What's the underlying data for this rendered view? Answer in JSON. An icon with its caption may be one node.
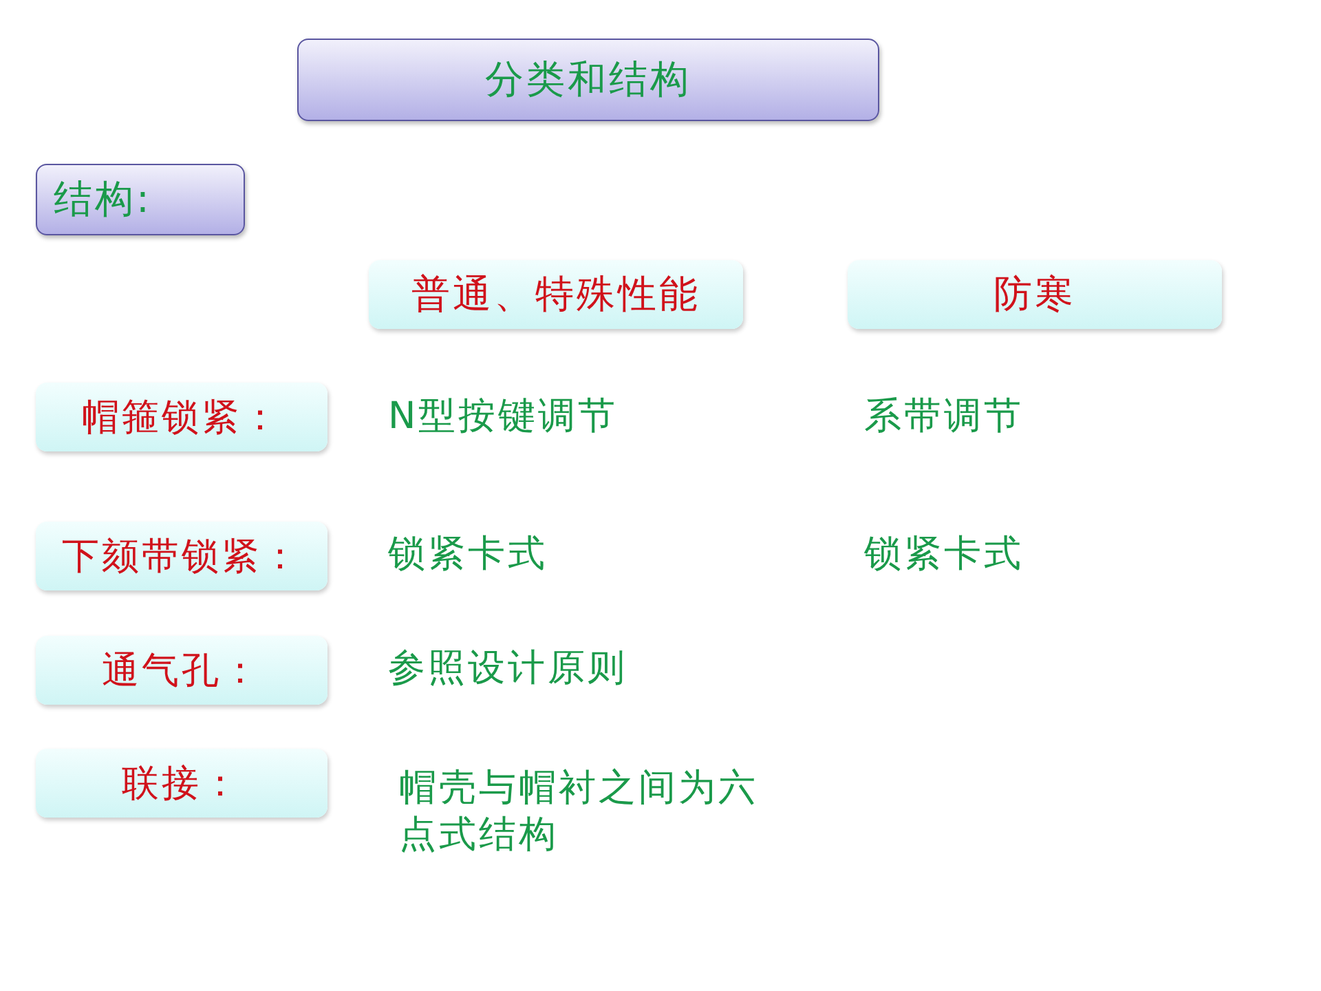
{
  "diagram": {
    "nodes": [
      {
        "text": [
          "分类和结构"
        ]
      },
      {
        "text": [
          "结构:"
        ]
      },
      {
        "text": [
          "普通、特殊性能"
        ]
      },
      {
        "text": [
          "防寒"
        ]
      },
      {
        "text": [
          "帽箍锁紧："
        ]
      },
      {
        "text": [
          "下颏带锁紧："
        ]
      },
      {
        "text": [
          "通气孔："
        ]
      },
      {
        "text": [
          "联接："
        ]
      }
    ],
    "labels": [
      "N型按键调节",
      "系带调节",
      "锁紧卡式",
      "锁紧卡式",
      "参照设计原则",
      "帽壳与帽衬之间为六点式结构"
    ]
  }
}
